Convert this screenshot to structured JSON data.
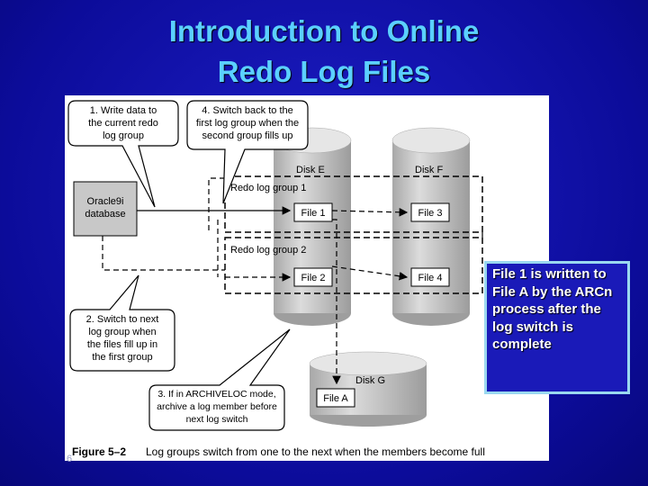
{
  "slide": {
    "title_line1": "Introduction to Online",
    "title_line2": "Redo Log Files",
    "note_text": "File 1 is written to File A by the ARCn process after the log switch is complete",
    "page_number": "6"
  },
  "figure": {
    "callout1": [
      "1. Write data to",
      "the current redo",
      "log group"
    ],
    "callout4": [
      "4. Switch back to the",
      "first log group when the",
      "second group fills up"
    ],
    "callout2": [
      "2. Switch to next",
      "log group when",
      "the files fill up in",
      "the first group"
    ],
    "callout3": [
      "3. If in ARCHIVELOC mode,",
      "archive a log member before",
      "next log switch"
    ],
    "oracle_box": [
      "Oracle9i",
      "database"
    ],
    "disk_e": "Disk E",
    "disk_f": "Disk F",
    "disk_g": "Disk G",
    "group1": "Redo log group 1",
    "group2": "Redo log group 2",
    "file1": "File 1",
    "file2": "File 2",
    "file3": "File 3",
    "file4": "File 4",
    "filea": "File A",
    "caption_label": "Figure 5–2",
    "caption_text": "Log groups switch from one to the next when the members become full"
  },
  "colors": {
    "title": "#5bd0ff",
    "background": "#0f0fa6",
    "note_border": "#9ad8f0",
    "disk_gray": "#c6c6c6"
  }
}
